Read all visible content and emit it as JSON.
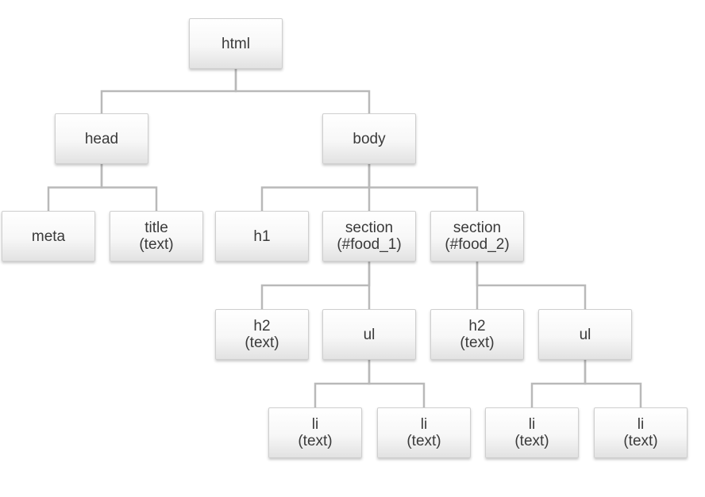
{
  "diagram": {
    "nodes": {
      "html": {
        "label": "html"
      },
      "head": {
        "label": "head"
      },
      "body": {
        "label": "body"
      },
      "meta": {
        "label": "meta"
      },
      "title": {
        "label": "title",
        "sub": "(text)"
      },
      "h1": {
        "label": "h1"
      },
      "section1": {
        "label": "section",
        "sub": "(#food_1)"
      },
      "section2": {
        "label": "section",
        "sub": "(#food_2)"
      },
      "h2a": {
        "label": "h2",
        "sub": "(text)"
      },
      "ul1": {
        "label": "ul"
      },
      "h2b": {
        "label": "h2",
        "sub": "(text)"
      },
      "ul2": {
        "label": "ul"
      },
      "li1": {
        "label": "li",
        "sub": "(text)"
      },
      "li2": {
        "label": "li",
        "sub": "(text)"
      },
      "li3": {
        "label": "li",
        "sub": "(text)"
      },
      "li4": {
        "label": "li",
        "sub": "(text)"
      }
    },
    "edges": [
      [
        "html",
        "head"
      ],
      [
        "html",
        "body"
      ],
      [
        "head",
        "meta"
      ],
      [
        "head",
        "title"
      ],
      [
        "body",
        "h1"
      ],
      [
        "body",
        "section1"
      ],
      [
        "body",
        "section2"
      ],
      [
        "section1",
        "h2a"
      ],
      [
        "section1",
        "ul1"
      ],
      [
        "section2",
        "h2b"
      ],
      [
        "section2",
        "ul2"
      ],
      [
        "ul1",
        "li1"
      ],
      [
        "ul1",
        "li2"
      ],
      [
        "ul2",
        "li3"
      ],
      [
        "ul2",
        "li4"
      ]
    ],
    "colors": {
      "connector": "#b9b9b9",
      "node_border": "#cfcfcf",
      "text": "#3a3a3a"
    }
  }
}
